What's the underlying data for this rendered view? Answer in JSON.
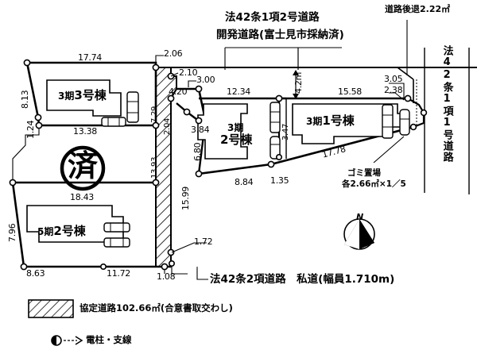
{
  "document": {
    "type": "land-subdivision-plat",
    "title": "区画図"
  },
  "roads": {
    "north_road_label_line1": "法42条1項2号道路",
    "north_road_label_line2": "開発道路(富士見市採納済)",
    "east_road_vertical": "法42条1項1号道路",
    "south_road_label": "法42条2項道路　私道(幅員1.710m)",
    "setback_note": "道路後退2.22㎡",
    "road_width_note": "4.2m"
  },
  "lots": [
    {
      "id": "lot-3ki-3",
      "line1": "3期",
      "line2": "3号棟"
    },
    {
      "id": "lot-3ki-2",
      "line1": "3期",
      "line2": "2号棟"
    },
    {
      "id": "lot-3ki-1",
      "line1": "3期",
      "line2": "1号棟"
    },
    {
      "id": "lot-5ki-2",
      "line1": "5期",
      "line2": "2号棟"
    }
  ],
  "stamp": {
    "text": "済"
  },
  "compass": {
    "label": "N"
  },
  "trash_note": {
    "line1": "ゴミ置場",
    "line2": "各2.66㎡×1／5"
  },
  "legend": {
    "hatch_label": "協定道路102.66㎡(合意書取交わし)",
    "pole_label": "電柱・支線"
  },
  "dimensions": {
    "top_3ki3": "17.74",
    "bottom_3ki3": "13.38",
    "left_upper": "8.13",
    "left_mid": "1.24",
    "left_lower": "7.96",
    "bottom_left": "8.63",
    "bottom_mid": "11.72",
    "bottom_right_small": "1.08",
    "stamp_width": "18.43",
    "d_2_06": "2.06",
    "d_2_10": "2.10",
    "d_3_00": "3.00",
    "d_4_20": "4.20",
    "d_7_29": "7.29",
    "d_2_04": "2.04",
    "d_13_93": "13.93",
    "d_15_99": "15.99",
    "d_3_84": "3.84",
    "d_6_80": "6.80",
    "d_8_84": "8.84",
    "d_1_35": "1.35",
    "d_12_34": "12.34",
    "d_15_58": "15.58",
    "d_3_47": "3.47",
    "d_3_05": "3.05",
    "d_2_38": "2.38",
    "d_17_78": "17.78",
    "d_1_72": "1.72"
  }
}
